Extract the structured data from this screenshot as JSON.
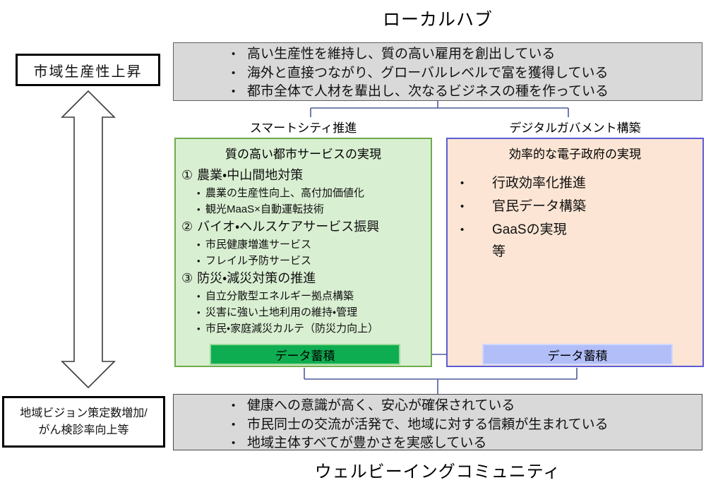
{
  "titles": {
    "top": "ローカルハブ",
    "bottom": "ウェルビーイングコミュニティ"
  },
  "ui": {
    "bullet": "•"
  },
  "top_box": {
    "bullets": [
      "高い生産性を維持し、質の高い雇用を創出している",
      "海外と直接つながり、グローバルレベルで富を獲得している",
      "都市全体で人材を輩出し、次なるビジネスの種を作っている"
    ]
  },
  "bottom_box": {
    "bullets": [
      "健康への意識が高く、安心が確保されている",
      "市民同士の交流が活発で、地域に対する信頼が生まれている",
      "地域主体すべてが豊かさを実感している"
    ]
  },
  "left": {
    "top_kpi": "市域生産性上昇",
    "bottom_kpi_line1": "地域ビジョン策定数増加/",
    "bottom_kpi_line2": "がん検診率向上等"
  },
  "columns": {
    "smart_city": {
      "label": "スマートシティ推進",
      "header": "質の高い都市サービスの実現",
      "items": [
        {
          "num": "①",
          "title": "農業・中山間地対策",
          "subs": [
            "農業の生産性向上、高付加価値化",
            "観光MaaS×自動運転技術"
          ]
        },
        {
          "num": "②",
          "title": "バイオ・ヘルスケアサービス振興",
          "subs": [
            "市民健康増進サービス",
            "フレイル予防サービス"
          ]
        },
        {
          "num": "③",
          "title": "防災・減災対策の推進",
          "subs": [
            "自立分散型エネルギー拠点構築",
            "災害に強い土地利用の維持・管理",
            "市民・家庭減災カルテ（防災力向上）"
          ]
        }
      ],
      "data_bar": "データ蓄積"
    },
    "digital_gov": {
      "label": "デジタルガバメント構築",
      "header": "効率的な電子政府の実現",
      "bullets": [
        "行政効率化推進",
        "官民データ構築",
        "GaaSの実現"
      ],
      "etc": "等",
      "data_bar": "データ蓄積"
    }
  },
  "colors": {
    "gray_box_fill": "#d9d9d9",
    "gray_box_border": "#5f5f5f",
    "green_box_fill": "#d9efd2",
    "green_box_border": "#6faa4c",
    "orange_box_fill": "#fce5d4",
    "orange_box_border": "#5b5bd6",
    "green_bar_fill": "#0ead51",
    "green_bar_border": "#9bdb9b",
    "blue_bar_fill": "#b2bef8",
    "blue_bar_border": "#d0d8fd",
    "connector_line": "#4c5c99",
    "kpi_border": "#000000"
  }
}
